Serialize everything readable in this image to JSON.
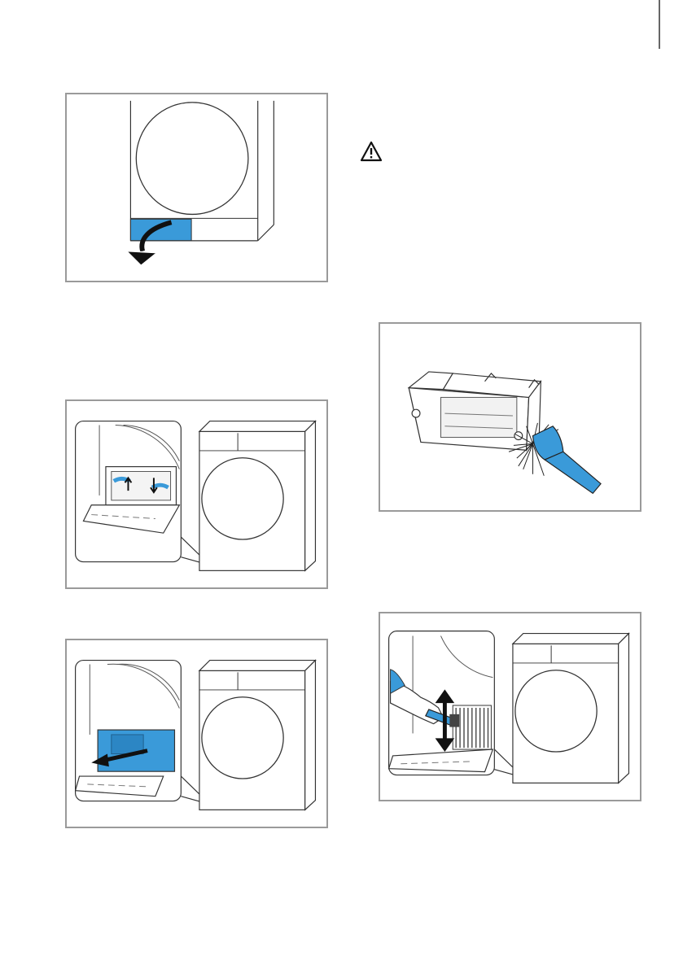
{
  "page": {
    "background": "#ffffff",
    "accent_color": "#3a9ad9",
    "border_color": "#9a9a9a"
  },
  "icons": {
    "warning": "warning-triangle-icon"
  },
  "figures": [
    {
      "name": "figure-open-maintenance-flap",
      "depicts": "maintenance-flap-arrow-icon"
    },
    {
      "name": "figure-unlock-heat-exchanger",
      "depicts": "lever-unlock-icon"
    },
    {
      "name": "figure-pull-out-heat-exchanger",
      "depicts": "pull-out-arrow-icon"
    },
    {
      "name": "figure-clean-heat-exchanger",
      "depicts": "brush-icon"
    },
    {
      "name": "figure-clean-seal-area",
      "depicts": "brush-up-down-icon"
    }
  ]
}
